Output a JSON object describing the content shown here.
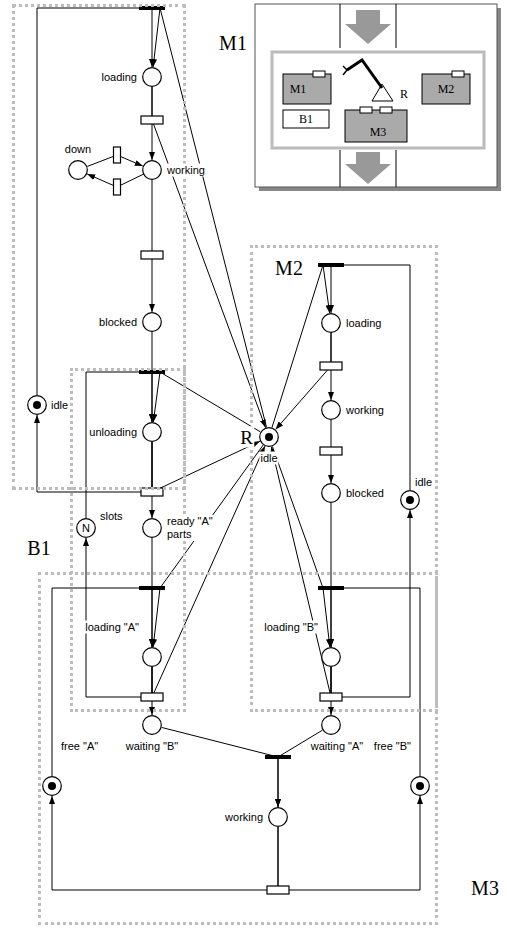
{
  "diagram": {
    "nodes": [
      {
        "text": [
          "M1"
        ]
      },
      {
        "text": [
          "B1"
        ]
      },
      {
        "text": [
          "M2"
        ]
      },
      {
        "text": [
          "M3"
        ]
      },
      {
        "text": [
          "loading"
        ],
        "in": 0
      },
      {
        "text": [
          "down"
        ],
        "in": 0
      },
      {
        "text": [
          "working"
        ],
        "in": 0
      },
      {
        "text": [
          "blocked"
        ],
        "in": 0
      },
      {
        "text": [
          "idle"
        ],
        "in": 0
      },
      {
        "text": [
          "unloading"
        ],
        "in": 0
      },
      {
        "text": [
          "N",
          "slots"
        ],
        "in": 1
      },
      {
        "text": [
          "ready \"A\" parts"
        ],
        "in": 1
      },
      {
        "text": [
          "R",
          "idle"
        ]
      },
      {
        "text": [
          "loading"
        ],
        "in": 2
      },
      {
        "text": [
          "working"
        ],
        "in": 2
      },
      {
        "text": [
          "blocked"
        ],
        "in": 2
      },
      {
        "text": [
          "idle"
        ],
        "in": 2
      },
      {
        "text": [
          "loading \"A\""
        ],
        "in": 3
      },
      {
        "text": [
          "loading \"B\""
        ],
        "in": 3
      },
      {
        "text": [
          "free \"A\""
        ],
        "in": 3
      },
      {
        "text": [
          "waiting \"B\""
        ],
        "in": 3
      },
      {
        "text": [
          "waiting \"A\""
        ],
        "in": 3
      },
      {
        "text": [
          "free \"B\""
        ],
        "in": 3
      },
      {
        "text": [
          "working"
        ],
        "in": 3
      }
    ],
    "edges": [
      {
        "from": 8,
        "to": 4,
        "arrow": "to"
      },
      {
        "from": 12,
        "to": 4,
        "arrow": "to"
      },
      {
        "from": 4,
        "to": 6,
        "arrow": "to"
      },
      {
        "from": 4,
        "to": 12,
        "arrow": "to"
      },
      {
        "from": 6,
        "to": 5,
        "arrow": "to"
      },
      {
        "from": 5,
        "to": 6,
        "arrow": "to"
      },
      {
        "from": 6,
        "to": 7,
        "arrow": "to"
      },
      {
        "from": 7,
        "to": 9,
        "arrow": "to"
      },
      {
        "from": 10,
        "to": 9,
        "arrow": "to"
      },
      {
        "from": 12,
        "to": 9,
        "arrow": "to"
      },
      {
        "from": 9,
        "to": 8,
        "arrow": "to"
      },
      {
        "from": 9,
        "to": 11,
        "arrow": "to"
      },
      {
        "from": 9,
        "to": 12,
        "arrow": "to"
      },
      {
        "from": 16,
        "to": 13,
        "arrow": "to"
      },
      {
        "from": 12,
        "to": 13,
        "arrow": "to"
      },
      {
        "from": 13,
        "to": 14,
        "arrow": "to"
      },
      {
        "from": 13,
        "to": 12,
        "arrow": "to"
      },
      {
        "from": 14,
        "to": 15,
        "arrow": "to"
      },
      {
        "from": 15,
        "to": 18,
        "arrow": "to"
      },
      {
        "from": 12,
        "to": 18,
        "arrow": "to"
      },
      {
        "from": 22,
        "to": 18,
        "arrow": "to"
      },
      {
        "from": 18,
        "to": 21,
        "arrow": "to"
      },
      {
        "from": 18,
        "to": 12,
        "arrow": "to"
      },
      {
        "from": 18,
        "to": 16,
        "arrow": "to"
      },
      {
        "from": 11,
        "to": 17,
        "arrow": "to"
      },
      {
        "from": 12,
        "to": 17,
        "arrow": "to"
      },
      {
        "from": 19,
        "to": 17,
        "arrow": "to"
      },
      {
        "from": 17,
        "to": 20,
        "arrow": "to"
      },
      {
        "from": 17,
        "to": 12,
        "arrow": "to"
      },
      {
        "from": 17,
        "to": 10,
        "arrow": "to"
      },
      {
        "from": 20,
        "to": 23,
        "arrow": "to"
      },
      {
        "from": 21,
        "to": 23,
        "arrow": "to"
      },
      {
        "from": 23,
        "to": 19,
        "arrow": "to"
      },
      {
        "from": 23,
        "to": 22,
        "arrow": "to"
      }
    ],
    "labels": [
      "M1",
      "B1",
      "R",
      "M2",
      "M3"
    ]
  }
}
